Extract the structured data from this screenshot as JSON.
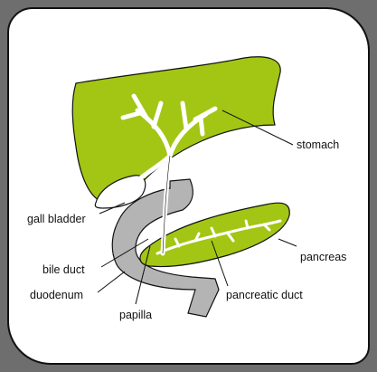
{
  "colors": {
    "organ_green": "#a2c613",
    "organ_outline": "#111111",
    "duodenum_gray": "#b4b4b4",
    "duct_white": "#ffffff",
    "background": "#6e6e6e",
    "panel": "#ffffff"
  },
  "labels": {
    "stomach": "stomach",
    "gall_bladder": "gall bladder",
    "bile_duct": "bile duct",
    "duodenum": "duodenum",
    "papilla": "papilla",
    "pancreas": "pancreas",
    "pancreatic_duct": "pancreatic duct"
  }
}
